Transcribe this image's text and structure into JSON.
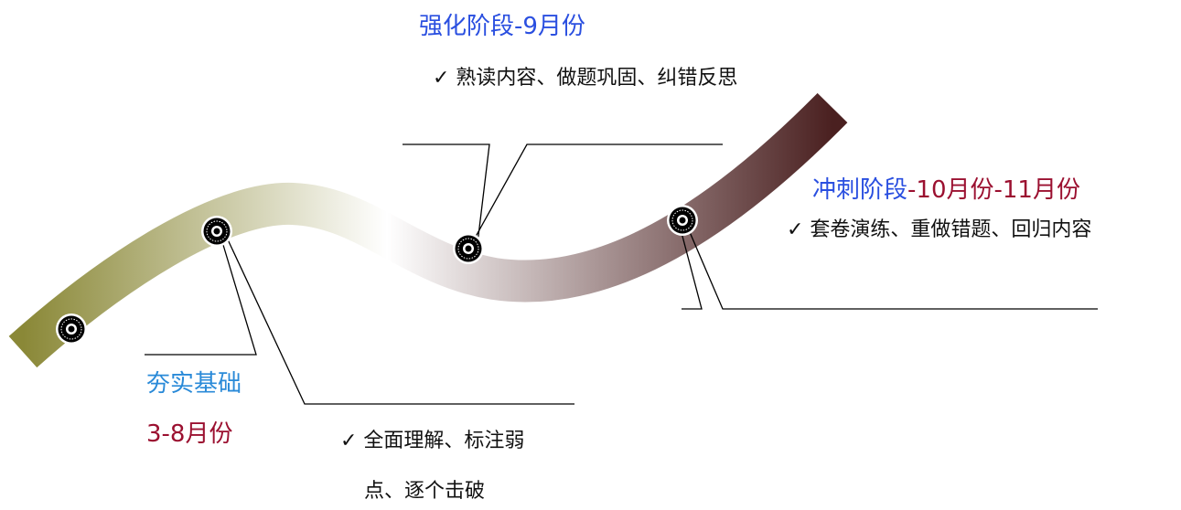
{
  "colors": {
    "ribbon_start": "#8a8837",
    "ribbon_mid": "#ffffff",
    "ribbon_end": "#4a2020",
    "title_blue": "#2a4fe0",
    "title_light_blue": "#2a8ad8",
    "title_maroon": "#9b1030",
    "text": "#111111",
    "lines": "#000000"
  },
  "stages": [
    {
      "title": "夯实基础",
      "subtitle": "3-8月份",
      "details": [
        "✓ 全面理解、标注弱",
        "点、逐个击破"
      ]
    },
    {
      "title": "强化阶段-9月份",
      "details": [
        "✓ 熟读内容、做题巩固、纠错反思"
      ]
    },
    {
      "title": "冲刺阶段",
      "title_suffix": "-10月份-11月份",
      "details": [
        "✓ 套卷演练、重做错题、回归内容"
      ]
    }
  ],
  "milestone_icon": "circle-marker-icon"
}
